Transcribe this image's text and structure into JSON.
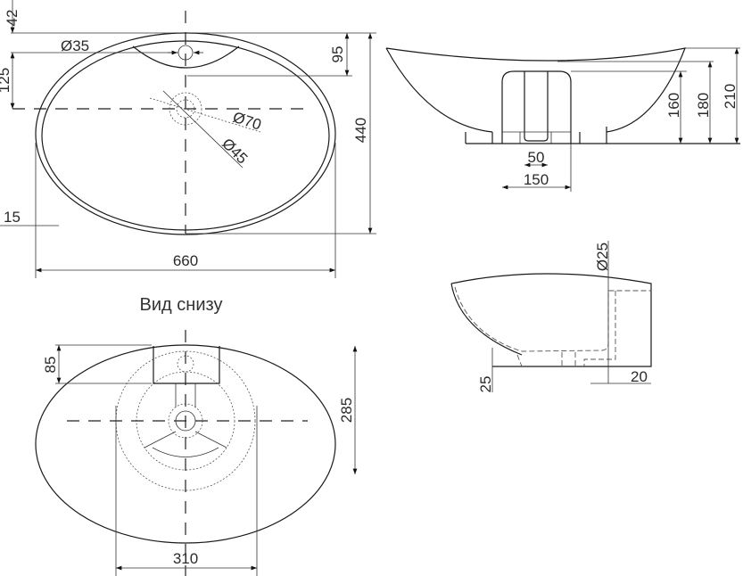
{
  "top_view": {
    "dims": {
      "d42": "42",
      "d125": "125",
      "d35": "Ø35",
      "d95": "95",
      "d440": "440",
      "d70": "Ø70",
      "d45": "Ø45",
      "d15": "15",
      "d660": "660"
    }
  },
  "side_view": {
    "dims": {
      "d160": "160",
      "d180": "180",
      "d210": "210",
      "d50": "50",
      "d150": "150"
    }
  },
  "section_view": {
    "dims": {
      "d25_dia": "Ø25",
      "d25": "25",
      "d20": "20"
    }
  },
  "bottom_view": {
    "title": "Вид снизу",
    "dims": {
      "d85": "85",
      "d285": "285",
      "d310": "310"
    }
  }
}
